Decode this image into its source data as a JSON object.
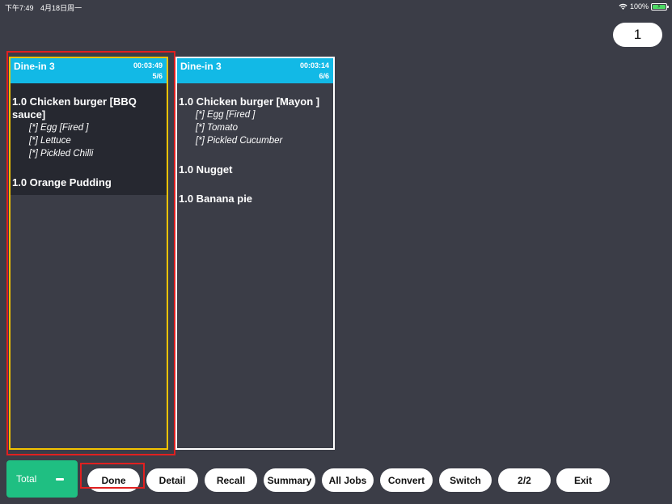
{
  "status_bar": {
    "time": "下午7:49",
    "date": "4月18日周一",
    "battery": "100%"
  },
  "page_indicator": "1",
  "orders": [
    {
      "title": "Dine-in 3",
      "timer": "00:03:49",
      "count": "5/6",
      "items": [
        {
          "name": "1.0 Chicken burger [BBQ sauce]",
          "modifiers": [
            "[*] Egg [Fired ]",
            "[*] Lettuce",
            "[*] Pickled Chilli"
          ]
        },
        {
          "name": "1.0 Orange Pudding",
          "modifiers": []
        }
      ]
    },
    {
      "title": "Dine-in 3",
      "timer": "00:03:14",
      "count": "6/6",
      "items": [
        {
          "name": "1.0 Chicken burger [Mayon ]",
          "modifiers": [
            "[*] Egg [Fired ]",
            "[*] Tomato",
            "[*] Pickled Cucumber"
          ]
        },
        {
          "name": "1.0 Nugget",
          "modifiers": []
        },
        {
          "name": "1.0 Banana pie",
          "modifiers": []
        }
      ]
    }
  ],
  "toolbar": {
    "total_label": "Total",
    "buttons": [
      "Done",
      "Detail",
      "Recall",
      "Summary",
      "All Jobs",
      "Convert",
      "Switch",
      "2/2",
      "Exit"
    ]
  },
  "colors": {
    "background": "#3b3d47",
    "card_header": "#12b9e6",
    "selected_border": "#f2c300",
    "highlight": "#e02020",
    "total_button": "#1fbf82"
  }
}
